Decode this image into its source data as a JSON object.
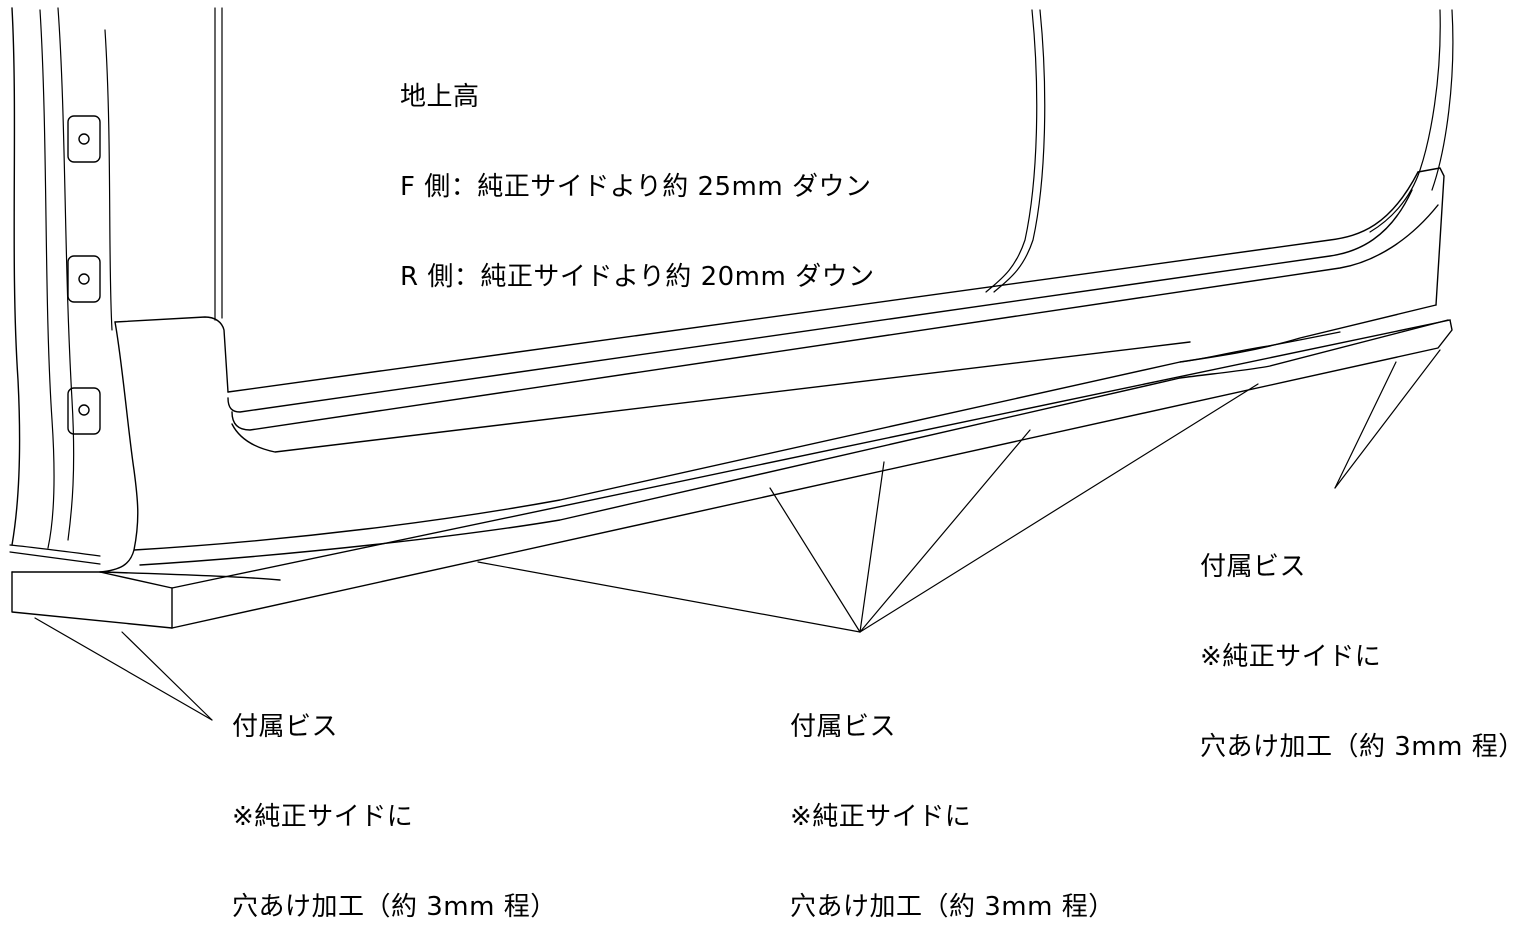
{
  "ride_height": {
    "title": "地上高",
    "front": "F 側：純正サイドより約 25mm ダウン",
    "rear": "R 側：純正サイドより約 20mm ダウン"
  },
  "notes": {
    "right": {
      "line1": "付属ビス",
      "line2": "※純正サイドに",
      "line3": "穴あけ加工（約 3mm 程）"
    },
    "left": {
      "line1": "付属ビス",
      "line2": "※純正サイドに",
      "line3": "穴あけ加工（約 3mm 程）"
    },
    "center": {
      "line1": "付属ビス",
      "line2": "※純正サイドに",
      "line3": "穴あけ加工（約 3mm 程）"
    }
  },
  "colors": {
    "ink": "#000000",
    "background": "#ffffff"
  }
}
